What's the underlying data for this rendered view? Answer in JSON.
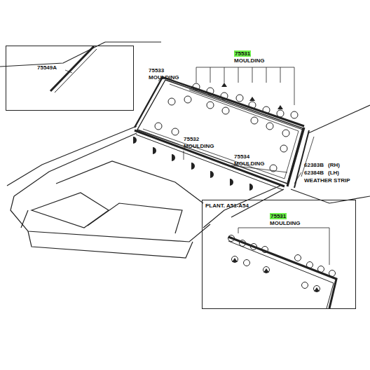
{
  "diagram": {
    "nodes": [
      {
        "text": [
          "75549A"
        ]
      },
      {
        "text": [
          "PLANT. A51-A54",
          "75531",
          "MOULDING"
        ]
      }
    ],
    "labels": [
      "75531",
      "MOULDING",
      "75533",
      "MOULDING",
      "75532",
      "MOULDING",
      "75534",
      "MOULDING",
      "62383B",
      "(RH)",
      "62384B",
      "(LH)",
      "WEATHER STRIP"
    ]
  }
}
